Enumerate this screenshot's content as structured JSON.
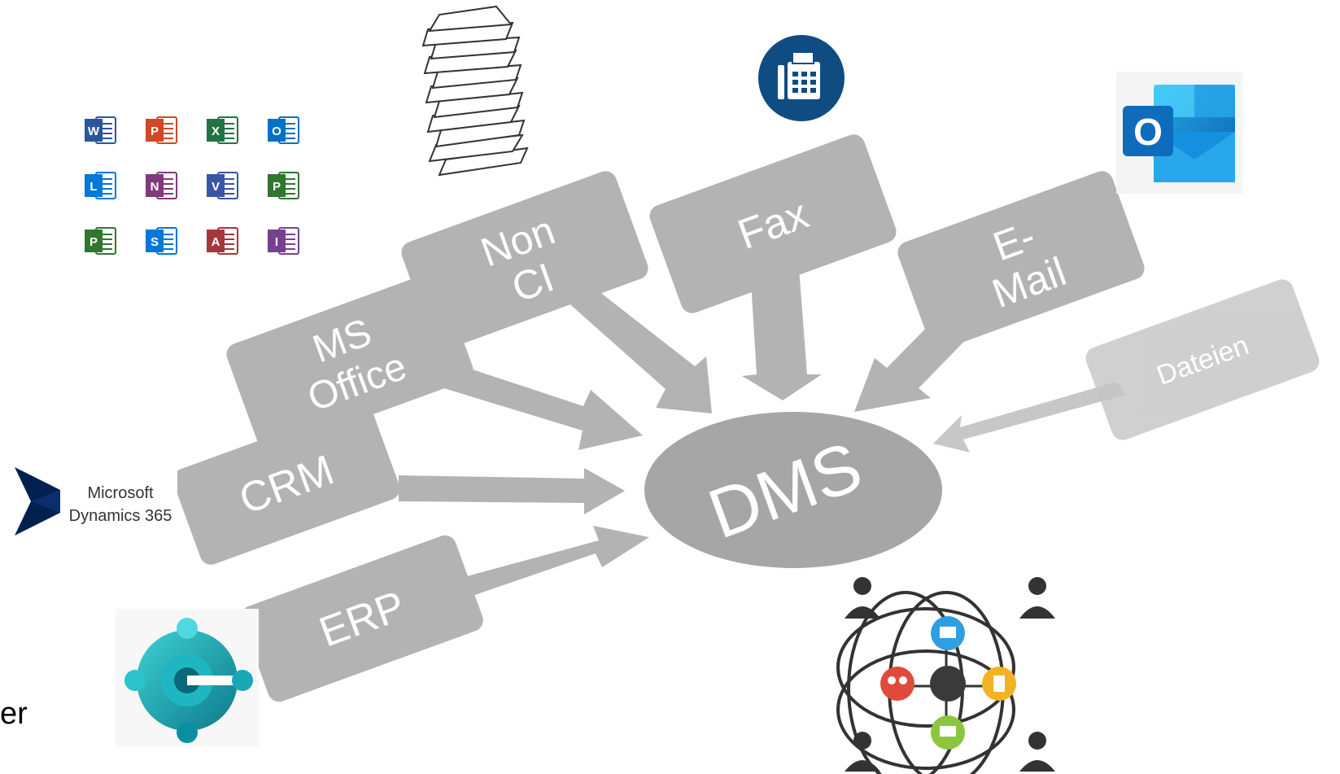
{
  "hub": {
    "label": "DMS"
  },
  "sources": [
    {
      "id": "ms-office",
      "label": [
        "MS",
        "Office"
      ]
    },
    {
      "id": "non-ci",
      "label": [
        "Non",
        "CI"
      ]
    },
    {
      "id": "fax",
      "label": [
        "Fax"
      ]
    },
    {
      "id": "email",
      "label": [
        "E-",
        "Mail"
      ]
    },
    {
      "id": "dateien",
      "label": [
        "Dateien"
      ]
    },
    {
      "id": "crm",
      "label": [
        "CRM"
      ]
    },
    {
      "id": "erp",
      "label": [
        "ERP"
      ]
    }
  ],
  "logos": {
    "dynamics": {
      "line1": "Microsoft",
      "line2": "Dynamics 365"
    },
    "outlook": {
      "letter": "O"
    }
  },
  "office_tiles": [
    {
      "letter": "W",
      "color": "#2b579a"
    },
    {
      "letter": "P",
      "color": "#d24726"
    },
    {
      "letter": "X",
      "color": "#217346"
    },
    {
      "letter": "O",
      "color": "#0072c6"
    },
    {
      "letter": "L",
      "color": "#0078d7"
    },
    {
      "letter": "N",
      "color": "#80397b"
    },
    {
      "letter": "V",
      "color": "#3955a3"
    },
    {
      "letter": "P",
      "color": "#31752f"
    },
    {
      "letter": "P",
      "color": "#31752f"
    },
    {
      "letter": "S",
      "color": "#0078d7"
    },
    {
      "letter": "A",
      "color": "#a4373a"
    },
    {
      "letter": "I",
      "color": "#77428d"
    }
  ],
  "edge_text": "er",
  "colors": {
    "box": "#b3b3b3",
    "hub": "#a6a6a6",
    "arrow": "#b3b3b3",
    "fax_blue": "#0f4c81"
  }
}
